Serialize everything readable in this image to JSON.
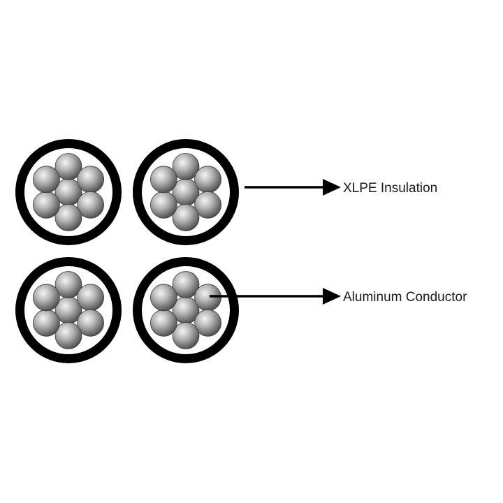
{
  "diagram": {
    "cores": [
      {
        "name": "core-top-left"
      },
      {
        "name": "core-top-right"
      },
      {
        "name": "core-bottom-left"
      },
      {
        "name": "core-bottom-right"
      }
    ],
    "strands_per_core": 7,
    "labels": [
      {
        "name": "xlpe-insulation",
        "text": "XLPE Insulation"
      },
      {
        "name": "aluminum-conductor",
        "text": "Aluminum Conductor"
      }
    ],
    "colors": {
      "insulation": "#000000",
      "strand_light": "#f2f2f2",
      "strand_dark": "#4a4a4a",
      "arrow": "#000000",
      "background": "#ffffff"
    }
  }
}
